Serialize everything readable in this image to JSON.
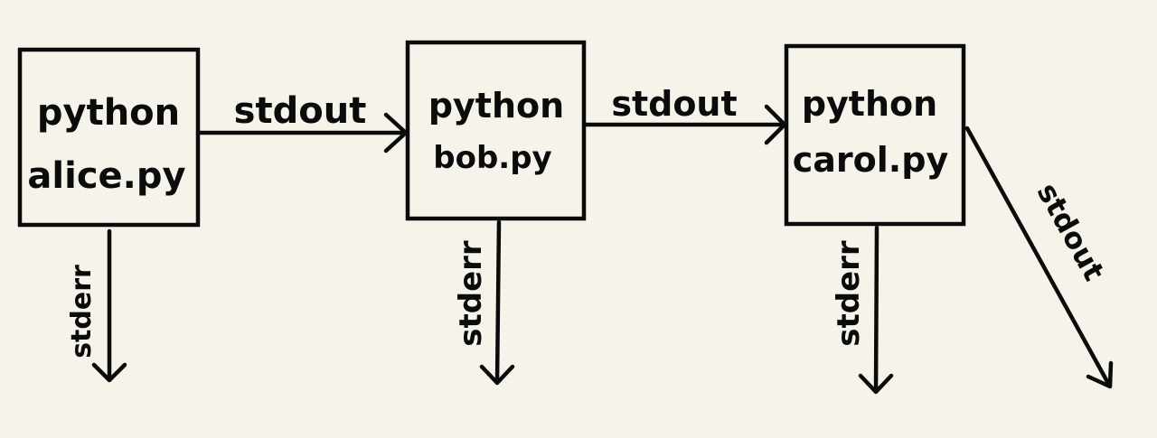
{
  "diagram": {
    "nodes": [
      {
        "id": "alice",
        "line1": "python",
        "line2": "alice.py"
      },
      {
        "id": "bob",
        "line1": "python",
        "line2": "bob.py"
      },
      {
        "id": "carol",
        "line1": "python",
        "line2": "carol.py"
      }
    ],
    "edges": [
      {
        "from": "alice",
        "to": "bob",
        "label": "stdout"
      },
      {
        "from": "bob",
        "to": "carol",
        "label": "stdout"
      },
      {
        "from": "alice",
        "to": null,
        "label": "stderr"
      },
      {
        "from": "bob",
        "to": null,
        "label": "stderr"
      },
      {
        "from": "carol",
        "to": null,
        "label": "stderr"
      },
      {
        "from": "carol",
        "to": null,
        "label": "stdout"
      }
    ],
    "colors": {
      "background": "#f6f4ea",
      "ink": "#0b0b0b"
    }
  }
}
